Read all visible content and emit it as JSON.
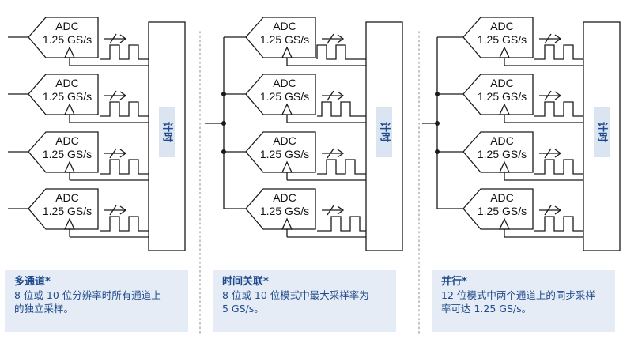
{
  "adc": {
    "label_line1": "ADC",
    "label_line2": "1.25 GS/s"
  },
  "clock_label": "计时",
  "panels": [
    {
      "mode": "separate",
      "title": "多通道*",
      "body_line1": "8 位或 10 位分辨率时所有通道上",
      "body_line2": "的独立采样。"
    },
    {
      "mode": "interleaved4",
      "title": "时间关联*",
      "body_line1": "8 位或 10 位模式中最大采样率为",
      "body_line2": "5 GS/s。"
    },
    {
      "mode": "parallel",
      "title": "并行*",
      "body_line1": "12 位模式中两个通道上的同步采样",
      "body_line2": "率可达 1.25 GS/s。"
    }
  ],
  "colors": {
    "line": "#1a1a1a",
    "clock_label_bg": "#dbe5f2",
    "clock_label_text": "#1f4b8c",
    "caption_bg": "#e6ecf5",
    "caption_text": "#1f4b8c",
    "divider": "#b0b0b0"
  }
}
